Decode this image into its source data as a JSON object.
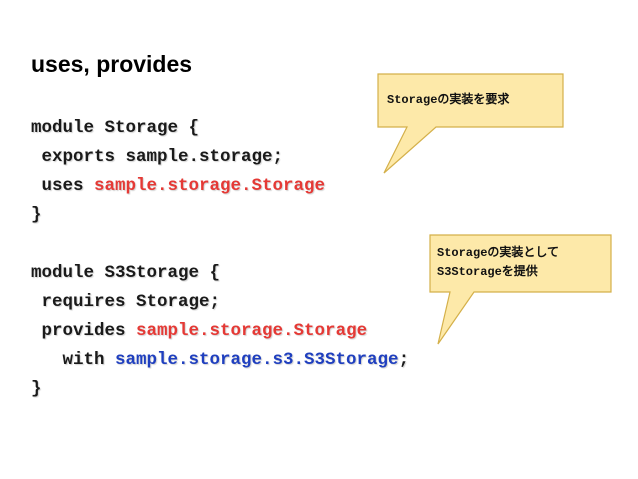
{
  "slide": {
    "title": "uses, provides"
  },
  "code": {
    "module1_decl": "module Storage {",
    "module1_exports_kw": " exports ",
    "module1_exports_pkg": "sample.storage;",
    "module1_uses_kw": " uses ",
    "module1_uses_target": "sample.storage.Storage",
    "module1_close": "}",
    "module2_decl": "module S3Storage {",
    "module2_requires": " requires Storage;",
    "module2_provides_kw": " provides ",
    "module2_provides_target": "sample.storage.Storage",
    "module2_with_kw": "   with ",
    "module2_with_impl": "sample.storage.s3.S3Storage",
    "module2_with_semicolon": ";",
    "module2_close": "}"
  },
  "callouts": {
    "uses_note": "Storageの実装を要求",
    "provides_note_line1": "Storageの実装として",
    "provides_note_line2": "S3Storageを提供"
  },
  "colors": {
    "keyword_red": "#e53935",
    "impl_blue": "#1f3fbf",
    "callout_fill": "#fde9a9",
    "callout_border": "#d4b04a"
  }
}
